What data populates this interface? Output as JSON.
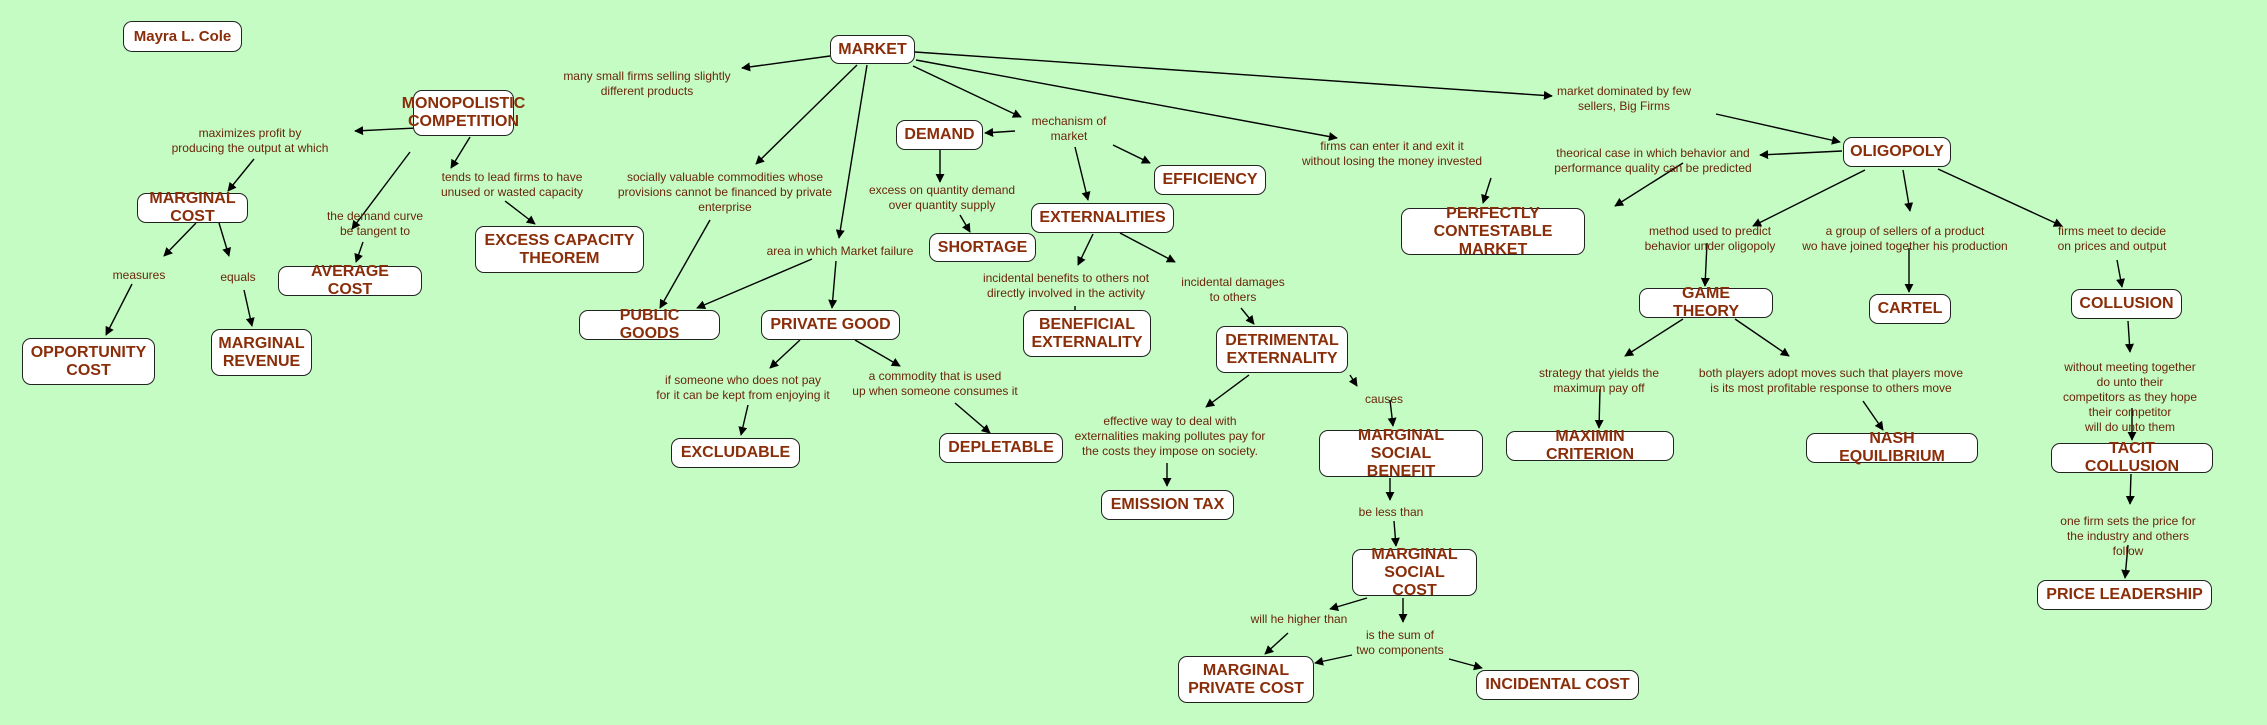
{
  "map": {
    "author": "Mayra L. Cole",
    "colors": {
      "background": "#c4fcc4",
      "node_fill": "#ffffff",
      "node_text": "#8a2e0a",
      "link_text": "#6b2508",
      "edge": "#000000"
    },
    "nodes": {
      "author": "Mayra L. Cole",
      "market": "MARKET",
      "monopolistic": "MONOPOLISTIC\nCOMPETITION",
      "marginal_cost": "MARGINAL COST",
      "opportunity_cost": "OPPORTUNITY\nCOST",
      "marginal_revenue": "MARGINAL\nREVENUE",
      "average_cost": "AVERAGE COST",
      "excess_capacity": "EXCESS CAPACITY\nTHEOREM",
      "public_goods": "PUBLIC GOODS",
      "private_good": "PRIVATE GOOD",
      "excludable": "EXCLUDABLE",
      "depletable": "DEPLETABLE",
      "demand": "DEMAND",
      "shortage": "SHORTAGE",
      "efficiency": "EFFICIENCY",
      "externalities": "EXTERNALITIES",
      "beneficial": "BENEFICIAL\nEXTERNALITY",
      "detrimental": "DETRIMENTAL\nEXTERNALITY",
      "emission_tax": "EMISSION TAX",
      "msb": "MARGINAL SOCIAL\nBENEFIT",
      "msc": "MARGINAL\nSOCIAL COST",
      "mpc": "MARGINAL\nPRIVATE COST",
      "incidental_cost": "INCIDENTAL COST",
      "contestable": "PERFECTLY\nCONTESTABLE MARKET",
      "oligopoly": "OLIGOPOLY",
      "game_theory": "GAME THEORY",
      "cartel": "CARTEL",
      "collusion": "COLLUSION",
      "maximin": "MAXIMIN CRITERION",
      "nash": "NASH EQUILIBRIUM",
      "tacit": "TACIT COLLUSION",
      "price_leadership": "PRICE LEADERSHIP"
    },
    "links": {
      "many_small": "many small firms selling slightly\ndifferent products",
      "maximizes": "maximizes profit by\nproducing the output at which",
      "tends": "tends to lead firms to have\nunused or wasted capacity",
      "demand_curve": "the demand curve\nbe tangent to",
      "measures": "measures",
      "equals": "equals",
      "socially": "socially valuable commodities whose\nprovisions cannot be financed by private\nenterprise",
      "area": "area in which Market failure",
      "if_someone": "if someone who does not pay\nfor it can be kept from enjoying it",
      "commodity_used": "a commodity that is used\nup when someone consumes it",
      "mechanism": "mechanism of\nmarket",
      "excess_qty": "excess on quantity demand\nover quantity supply",
      "inc_benefits": "incidental benefits to others not\ndirectly involved in the activity",
      "inc_damages": "incidental damages\nto others",
      "effective_way": "effective way to deal with\nexternalities making pollutes pay for\nthe costs they impose on society.",
      "causes": "causes",
      "be_less": "be less than",
      "will_be_higher": "will he higher than",
      "sum_of": "is the sum of\ntwo components",
      "firms_enter": "firms can enter it and exit it\nwithout losing the money invested",
      "dominated": "market dominated by few\nsellers, Big Firms",
      "theorical": "theorical case in which behavior and\nperformance quality can be predicted",
      "method": "method used to predict\nbehavior under oligopoly",
      "group_sellers": "a group of sellers of a product\nwo have joined together his production",
      "firms_meet": "firms meet to decide\non prices and output",
      "strategy": "strategy that yields the\nmaximum pay off",
      "both_players": "both players adopt moves such that players move\nis its most profitable response to others move",
      "without_meeting": "without meeting together do unto their\ncompetitors as they hope their competitor\nwill do unto them",
      "one_firm": "one firm sets the price for\nthe industry and others follow"
    }
  }
}
